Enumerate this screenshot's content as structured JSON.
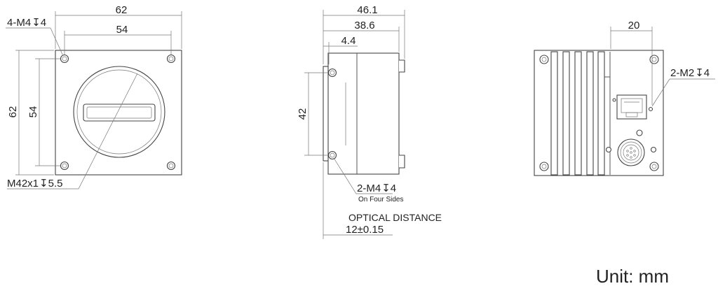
{
  "front_view": {
    "width_outer": "62",
    "width_holes": "54",
    "height_outer": "62",
    "height_holes": "54",
    "hole_callout": "4-M4",
    "hole_depth": "4",
    "mount_callout": "M42x1",
    "mount_depth": "5.5"
  },
  "side_view": {
    "length_total": "46.1",
    "length_body": "38.6",
    "front_step": "4.4",
    "hole_spacing": "42",
    "hole_callout": "2-M4",
    "hole_depth": "4",
    "hole_note": "On Four Sides",
    "optical_label": "OPTICAL DISTANCE",
    "optical_value": "12±0.15"
  },
  "rear_view": {
    "hole_offset": "20",
    "hole_callout": "2-M2",
    "hole_depth": "4"
  },
  "unit_label": "Unit: mm",
  "depth_symbol": "↧"
}
